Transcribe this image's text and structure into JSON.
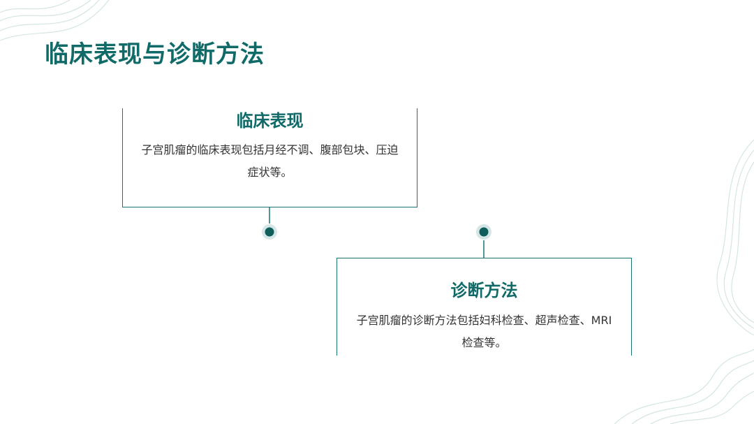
{
  "slide": {
    "title": "临床表现与诊断方法",
    "accent_color": "#0f6a68",
    "line_color": "#1a7372",
    "text_color": "#333333"
  },
  "timeline": {
    "nodes": [
      {
        "heading": "临床表现",
        "text": "子宫肌瘤的临床表现包括月经不调、腹部包块、压迫症状等。"
      },
      {
        "heading": "诊断方法",
        "text": "子宫肌瘤的诊断方法包括妇科检查、超声检查、MRI检查等。"
      }
    ]
  }
}
